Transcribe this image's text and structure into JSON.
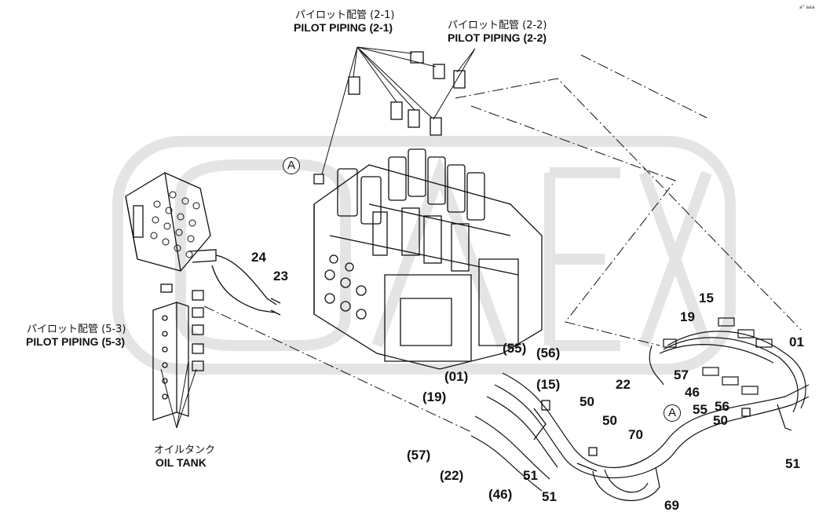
{
  "callouts": {
    "pilot_2_1_jp": "パイロット配管 (2-1)",
    "pilot_2_1_en": "PILOT PIPING (2-1)",
    "pilot_2_2_jp": "パイロット配管 (2-2)",
    "pilot_2_2_en": "PILOT PIPING (2-2)",
    "pilot_5_3_jp": "パイロット配管 (5-3)",
    "pilot_5_3_en": "PILOT PIPING (5-3)",
    "oil_tank_jp": "オイルタンク",
    "oil_tank_en": "OIL TANK",
    "detail_a": "A",
    "detail_a_2": "A"
  },
  "part_numbers": {
    "p24": "24",
    "p23": "23",
    "p15": "15",
    "p19": "19",
    "p01": "01",
    "p22": "22",
    "p57": "57",
    "p46": "46",
    "p55": "55",
    "p56": "56",
    "p50a": "50",
    "p51a": "51",
    "p55b": "(55)",
    "p56b": "(56)",
    "p01b": "(01)",
    "p15b": "(15)",
    "p19b": "(19)",
    "p50b": "50",
    "p50c": "50",
    "p57b": "(57)",
    "p22b": "(22)",
    "p46b": "(46)",
    "p51b": "51",
    "p51c": "51",
    "p70": "70",
    "p69": "69"
  },
  "corner_mark": "a\" aaa"
}
